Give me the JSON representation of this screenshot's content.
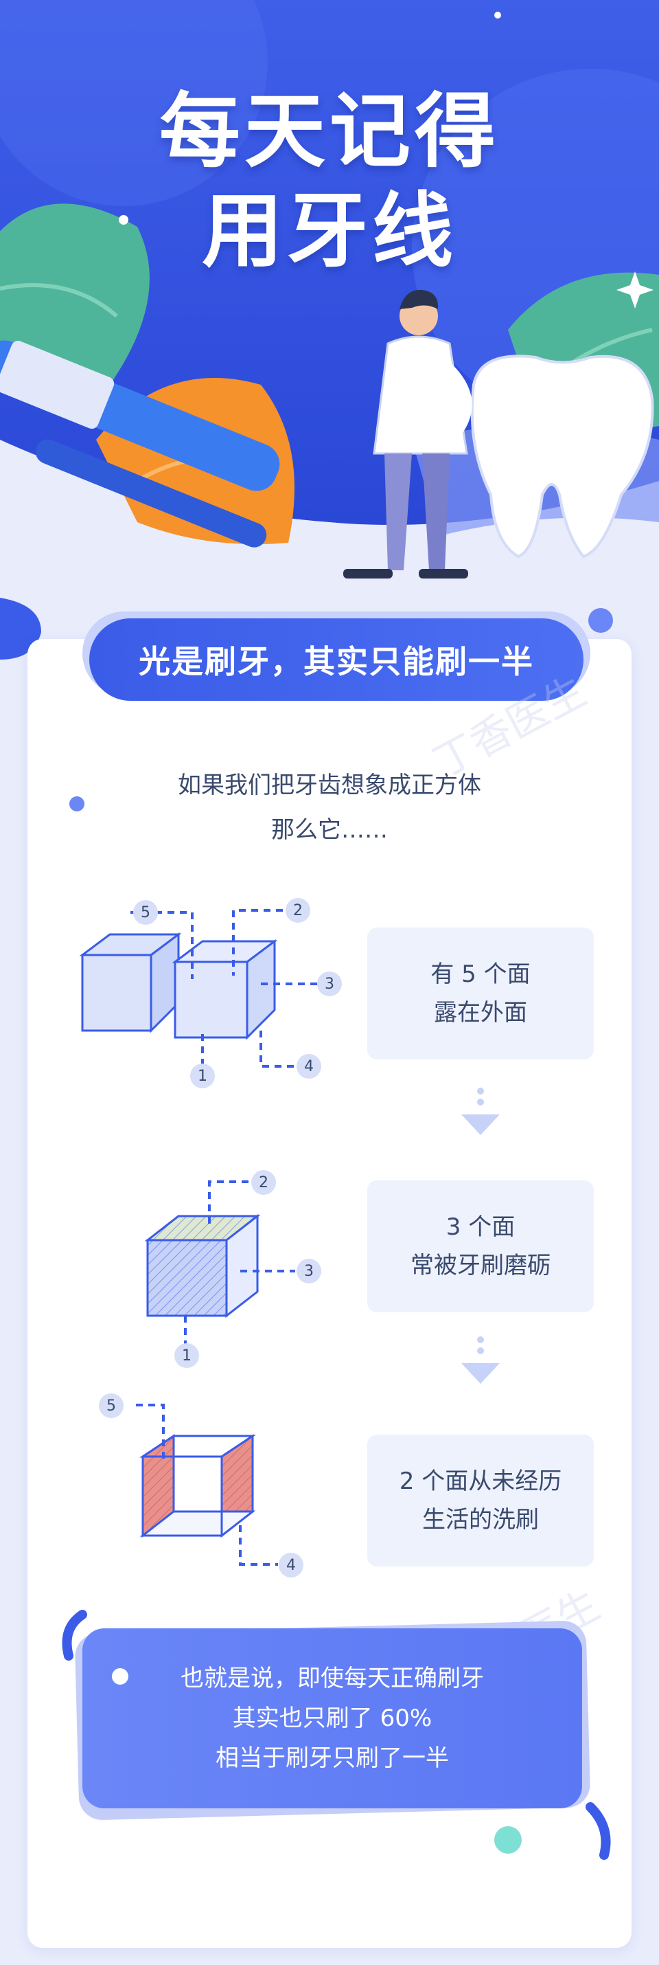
{
  "hero": {
    "title_line1": "每天记得",
    "title_line2": "用牙线"
  },
  "card": {
    "heading": "光是刷牙，其实只能刷一半",
    "intro_line1": "如果我们把牙齿想象成正方体",
    "intro_line2": "那么它……",
    "steps": [
      {
        "line1": "有 5 个面",
        "line2": "露在外面"
      },
      {
        "line1": "3 个面",
        "line2": "常被牙刷磨砺"
      },
      {
        "line1": "2 个面从未经历",
        "line2": "生活的洗刷"
      }
    ],
    "labels": {
      "one": "1",
      "two": "2",
      "three": "3",
      "four": "4",
      "five": "5"
    },
    "conclusion": {
      "line1": "也就是说，即使每天正确刷牙",
      "line2": "其实也只刷了 60%",
      "line3": "相当于刷牙只刷了一半"
    }
  },
  "watermark": "丁香医生",
  "colors": {
    "primary_blue": "#3a5ce8",
    "light_blue": "#eef2fc",
    "accent_green": "#4fb59a",
    "accent_orange": "#f5922b",
    "accent_red": "#e86a6a"
  }
}
